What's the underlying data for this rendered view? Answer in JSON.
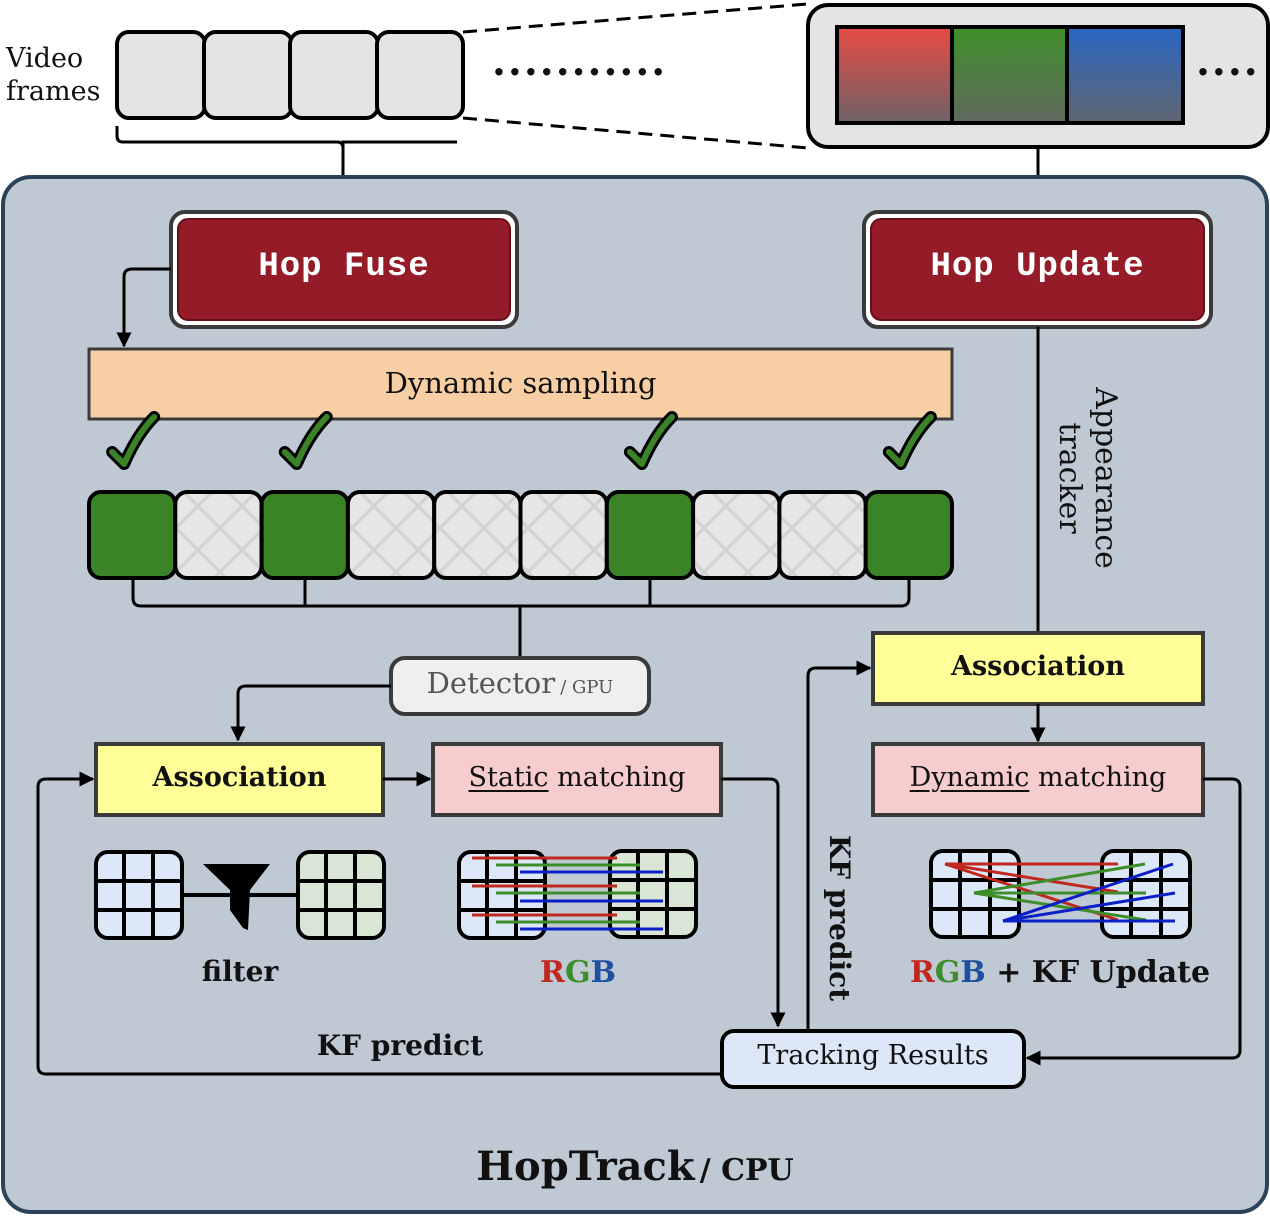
{
  "input": {
    "label_line1": "Video",
    "label_line2": "frames",
    "frame_count": 4,
    "ellipsis": "...........",
    "zoom_ellipsis": "....",
    "channel_colors": {
      "red": "#e84a45",
      "green": "#3e8f2a",
      "blue": "#2a66c2"
    }
  },
  "system": {
    "title": "HopTrack",
    "title_suffix": "/ CPU"
  },
  "hop_fuse": {
    "label": "Hop Fuse"
  },
  "hop_update": {
    "label": "Hop Update"
  },
  "dynamic_sampling": {
    "label": "Dynamic sampling"
  },
  "sampled_frames": {
    "selected": [
      true,
      false,
      true,
      false,
      false,
      false,
      true,
      false,
      false,
      true
    ]
  },
  "detector": {
    "label": "Detector",
    "suffix": "/ GPU"
  },
  "left_pipeline": {
    "association": "Association",
    "static_matching_emph": "Static",
    "static_matching_rest": " matching",
    "filter_caption": "filter",
    "rgb_caption": {
      "r": "R",
      "g": "G",
      "b": "B"
    },
    "kf_predict": "KF predict"
  },
  "right_pipeline": {
    "appearance_tracker_line1": "Appearance",
    "appearance_tracker_line2": "tracker",
    "association": "Association",
    "dynamic_matching_emph": "Dynamic",
    "dynamic_matching_rest": " matching",
    "rgb_caption": {
      "r": "R",
      "g": "G",
      "b": "B"
    },
    "kf_update": " + KF Update",
    "kf_predict": "KF predict"
  },
  "tracking_results": {
    "label": "Tracking Results"
  },
  "colors": {
    "hop_red": "#951b29",
    "panel_bg": "#bfc9d3",
    "panel_border": "#2c4259",
    "sampling_bg": "#f8cfa4",
    "association_bg": "#fffe97",
    "matching_bg": "#f7cccd",
    "selected_frame": "#3a8427",
    "tracking_bg": "#dce8f8",
    "rgb_red": "#c0271e",
    "rgb_green": "#3e8d2b",
    "rgb_blue": "#1f4fa0"
  }
}
